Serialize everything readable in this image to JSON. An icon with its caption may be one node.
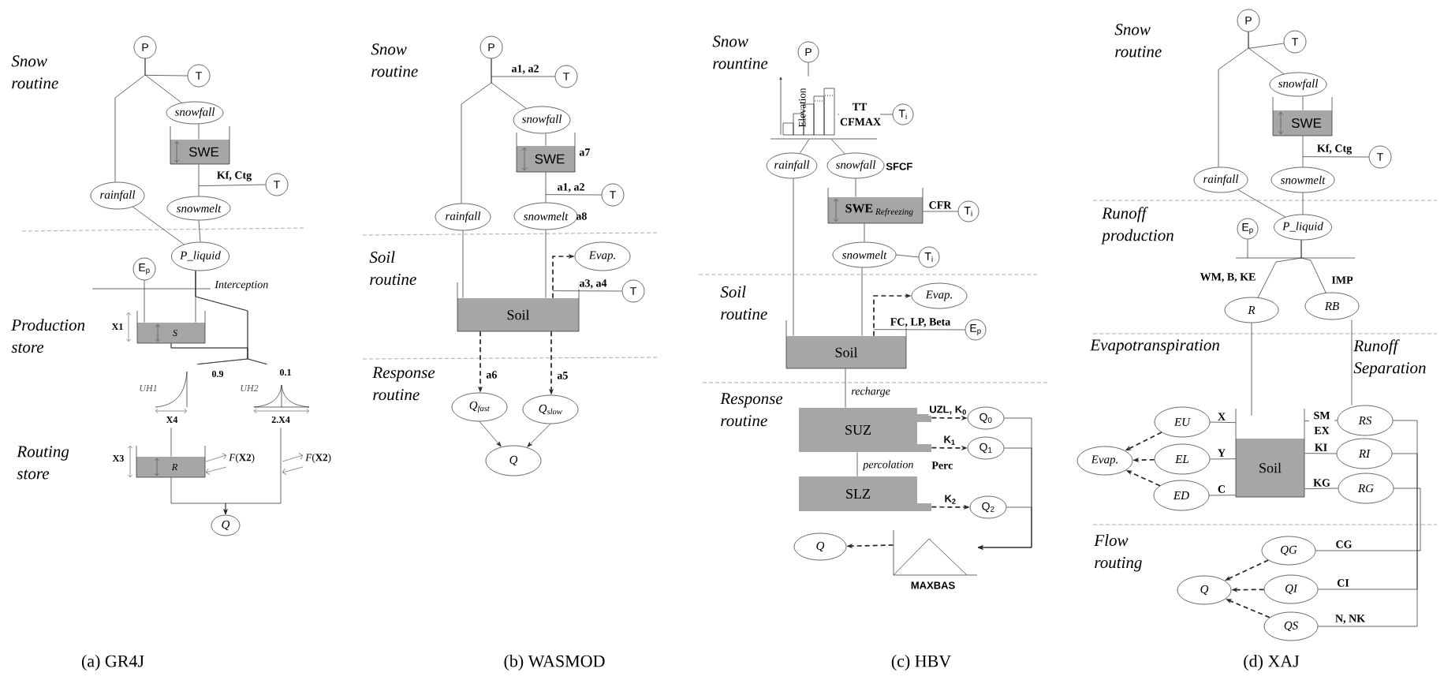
{
  "diagram": {
    "nodes": [
      {
        "text": [
          "P"
        ]
      },
      {
        "text": [
          "T"
        ]
      },
      {
        "text": [
          "snowfall"
        ]
      },
      {
        "text": [
          "SWE"
        ]
      },
      {
        "text": [
          "T"
        ]
      },
      {
        "text": [
          "rainfall"
        ]
      },
      {
        "text": [
          "snowmelt"
        ]
      },
      {
        "text": [
          "P_liquid"
        ]
      },
      {
        "text": [
          "E$_{p}$"
        ]
      },
      {
        "text": [
          "S"
        ]
      },
      {
        "text": [
          "UH1",
          "X4"
        ]
      },
      {
        "text": [
          "UH2",
          "2.X4"
        ]
      },
      {
        "text": [
          "R"
        ]
      },
      {
        "text": [
          "Q"
        ]
      },
      {
        "text": [
          "P"
        ]
      },
      {
        "text": [
          "T"
        ]
      },
      {
        "text": [
          "snowfall"
        ]
      },
      {
        "text": [
          "SWE"
        ],
        "beside": [
          "a7"
        ]
      },
      {
        "text": [
          "T"
        ]
      },
      {
        "text": [
          "rainfall"
        ]
      },
      {
        "text": [
          "snowmelt"
        ],
        "beside": [
          "a8"
        ]
      },
      {
        "text": [
          "Evap."
        ]
      },
      {
        "text": [
          "T"
        ]
      },
      {
        "text": [
          "Soil"
        ]
      },
      {
        "text": [
          "Q$_{fast}$"
        ]
      },
      {
        "text": [
          "Q$_{slow}$"
        ]
      },
      {
        "text": [
          "Q"
        ]
      },
      {
        "text": [
          "P"
        ]
      },
      {
        "text": [
          "Elevation"
        ]
      },
      {
        "text": [
          "T$_{i}$"
        ]
      },
      {
        "text": [
          "rainfall"
        ]
      },
      {
        "text": [
          "snowfall"
        ],
        "beside": [
          "SFCF"
        ]
      },
      {
        "text": [
          "\\mathbf{SWE}\\,_{\\mathit{Refreezing}}"
        ]
      },
      {
        "text": [
          "T$_{i}$"
        ]
      },
      {
        "text": [
          "snowmelt"
        ]
      },
      {
        "text": [
          "T$_{i}$"
        ]
      },
      {
        "text": [
          "Evap."
        ]
      },
      {
        "text": [
          "E$_{p}$"
        ]
      },
      {
        "text": [
          "Soil"
        ]
      },
      {
        "text": [
          "SUZ"
        ]
      },
      {
        "text": [
          "Q$_{0}$"
        ]
      },
      {
        "text": [
          "Q$_{1}$"
        ]
      },
      {
        "text": [
          "SLZ"
        ]
      },
      {
        "text": [
          "Q$_{2}$"
        ]
      },
      {
        "text": [
          "MAXBAS"
        ]
      },
      {
        "text": [
          "Q"
        ]
      },
      {
        "text": [
          "P"
        ]
      },
      {
        "text": [
          "T"
        ]
      },
      {
        "text": [
          "snowfall"
        ]
      },
      {
        "text": [
          "SWE"
        ]
      },
      {
        "text": [
          "T"
        ]
      },
      {
        "text": [
          "rainfall"
        ]
      },
      {
        "text": [
          "snowmelt"
        ]
      },
      {
        "text": [
          "E$_{p}$"
        ]
      },
      {
        "text": [
          "P_liquid"
        ]
      },
      {
        "text": [
          "R"
        ]
      },
      {
        "text": [
          "RB"
        ]
      },
      {
        "text": [
          "Evap."
        ]
      },
      {
        "text": [
          "EU"
        ]
      },
      {
        "text": [
          "Soil"
        ]
      },
      {
        "text": [
          "RS"
        ]
      },
      {
        "text": [
          "EL"
        ]
      },
      {
        "text": [
          "RI"
        ]
      },
      {
        "text": [
          "ED"
        ]
      },
      {
        "text": [
          "RG"
        ]
      },
      {
        "text": [
          "QG"
        ]
      },
      {
        "text": [
          "Q"
        ]
      },
      {
        "text": [
          "QI"
        ]
      },
      {
        "text": [
          "QS"
        ]
      }
    ],
    "edges": [
      {
        "from": 0,
        "to": 5,
        "arrow": "none"
      },
      {
        "from": 0,
        "to": 2,
        "arrow": "none"
      },
      {
        "from": 1,
        "to": 0,
        "arrow": "none"
      },
      {
        "from": 2,
        "to": 3,
        "arrow": "none"
      },
      {
        "from": 3,
        "to": 6,
        "arrow": "none"
      },
      {
        "from": 4,
        "to": 6,
        "arrow": "none",
        "label": "Kf, Ctg"
      },
      {
        "from": 5,
        "to": 7,
        "arrow": "none"
      },
      {
        "from": 6,
        "to": 7,
        "arrow": "none"
      },
      {
        "from": 7,
        "to": 9,
        "arrow": "none"
      },
      {
        "from": 8,
        "to": 9,
        "arrow": "none"
      },
      {
        "from": 7,
        "to": 10,
        "arrow": "none"
      },
      {
        "from": 7,
        "to": 11,
        "arrow": "none"
      },
      {
        "from": 9,
        "to": 10,
        "arrow": "none"
      },
      {
        "from": 9,
        "to": 11,
        "arrow": "none"
      },
      {
        "from": 10,
        "to": 12,
        "arrow": "none"
      },
      {
        "from": 11,
        "to": 13,
        "arrow": "to"
      },
      {
        "from": 12,
        "to": 13,
        "arrow": "to"
      },
      {
        "from": 14,
        "to": 19,
        "arrow": "none"
      },
      {
        "from": 14,
        "to": 16,
        "arrow": "none"
      },
      {
        "from": 15,
        "to": null,
        "arrow": "none",
        "label": "a1, a2"
      },
      {
        "from": 16,
        "to": 17,
        "arrow": "none"
      },
      {
        "from": 17,
        "to": 20,
        "arrow": "none"
      },
      {
        "from": 18,
        "to": 20,
        "arrow": "none",
        "label": "a1, a2"
      },
      {
        "from": 19,
        "to": 23,
        "arrow": "none"
      },
      {
        "from": 20,
        "to": 23,
        "arrow": "none"
      },
      {
        "from": 23,
        "to": 21,
        "arrow": "to",
        "style": "dashed"
      },
      {
        "from": 22,
        "to": 23,
        "arrow": "none",
        "label": "a3, a4"
      },
      {
        "from": 23,
        "to": 24,
        "arrow": "to",
        "style": "dashed",
        "label": "a6"
      },
      {
        "from": 23,
        "to": 25,
        "arrow": "to",
        "style": "dashed",
        "label": "a5"
      },
      {
        "from": 24,
        "to": 26,
        "arrow": "to"
      },
      {
        "from": 25,
        "to": 26,
        "arrow": "to"
      },
      {
        "from": 27,
        "to": 28,
        "arrow": "none"
      },
      {
        "from": 29,
        "to": 28,
        "arrow": "none",
        "label": "TT CFMAX"
      },
      {
        "from": 28,
        "to": 30,
        "arrow": "none"
      },
      {
        "from": 28,
        "to": 31,
        "arrow": "none"
      },
      {
        "from": 31,
        "to": 32,
        "arrow": "none"
      },
      {
        "from": 33,
        "to": 32,
        "arrow": "none",
        "label": "CFR"
      },
      {
        "from": 32,
        "to": 34,
        "arrow": "none"
      },
      {
        "from": 35,
        "to": 34,
        "arrow": "none"
      },
      {
        "from": 30,
        "to": 38,
        "arrow": "none"
      },
      {
        "from": 34,
        "to": 38,
        "arrow": "none"
      },
      {
        "from": 38,
        "to": 36,
        "arrow": "to",
        "style": "dashed"
      },
      {
        "from": 37,
        "to": 38,
        "arrow": "none",
        "label": "FC, LP, Beta"
      },
      {
        "from": 38,
        "to": 39,
        "arrow": "none",
        "label": "recharge"
      },
      {
        "from": 39,
        "to": 40,
        "arrow": "to",
        "style": "dashed",
        "label": "UZL, K$_{0}$"
      },
      {
        "from": 39,
        "to": 41,
        "arrow": "to",
        "style": "dashed",
        "label": "K$_{1}$"
      },
      {
        "from": 39,
        "to": 42,
        "arrow": "none",
        "label": "percolation"
      },
      {
        "from": 42,
        "to": 43,
        "arrow": "to",
        "style": "dashed",
        "label": "K$_{2}$"
      },
      {
        "from": 40,
        "to": 44,
        "arrow": "to"
      },
      {
        "from": 41,
        "to": 44,
        "arrow": "to"
      },
      {
        "from": 43,
        "to": 44,
        "arrow": "to"
      },
      {
        "from": 44,
        "to": 45,
        "arrow": "to",
        "style": "dashed"
      },
      {
        "from": 46,
        "to": 51,
        "arrow": "none"
      },
      {
        "from": 46,
        "to": 48,
        "arrow": "none"
      },
      {
        "from": 47,
        "to": 46,
        "arrow": "none"
      },
      {
        "from": 48,
        "to": 49,
        "arrow": "none"
      },
      {
        "from": 49,
        "to": 52,
        "arrow": "none"
      },
      {
        "from": 50,
        "to": 52,
        "arrow": "none",
        "label": "Kf, Ctg"
      },
      {
        "from": 51,
        "to": 54,
        "arrow": "none"
      },
      {
        "from": 52,
        "to": 54,
        "arrow": "none"
      },
      {
        "from": 54,
        "to": 55,
        "arrow": "none",
        "label": "WM, B, KE"
      },
      {
        "from": 54,
        "to": 56,
        "arrow": "none",
        "label": "IMP"
      },
      {
        "from": 53,
        "to": null,
        "arrow": "none"
      },
      {
        "from": 55,
        "to": 59,
        "arrow": "none"
      },
      {
        "from": 56,
        "to": 60,
        "arrow": "none"
      },
      {
        "from": 59,
        "to": 58,
        "arrow": "none",
        "label": "X"
      },
      {
        "from": 59,
        "to": 61,
        "arrow": "none",
        "label": "Y"
      },
      {
        "from": 59,
        "to": 63,
        "arrow": "none",
        "label": "C"
      },
      {
        "from": 59,
        "to": 60,
        "arrow": "none",
        "label": "SM EX"
      },
      {
        "from": 59,
        "to": 62,
        "arrow": "none",
        "label": "KI"
      },
      {
        "from": 59,
        "to": 64,
        "arrow": "none",
        "label": "KG"
      },
      {
        "from": 58,
        "to": 57,
        "arrow": "to",
        "style": "dashed"
      },
      {
        "from": 61,
        "to": 57,
        "arrow": "to",
        "style": "dashed"
      },
      {
        "from": 63,
        "to": 57,
        "arrow": "to",
        "style": "dashed"
      },
      {
        "from": 60,
        "to": 68,
        "arrow": "none",
        "label": "N, NK"
      },
      {
        "from": 62,
        "to": 67,
        "arrow": "none",
        "label": "CI"
      },
      {
        "from": 64,
        "to": 65,
        "arrow": "none",
        "label": "CG"
      },
      {
        "from": 65,
        "to": 66,
        "arrow": "to",
        "style": "dashed"
      },
      {
        "from": 67,
        "to": 66,
        "arrow": "to",
        "style": "dashed"
      },
      {
        "from": 68,
        "to": 66,
        "arrow": "to",
        "style": "dashed"
      }
    ],
    "labels": [
      "Snow routine",
      "Interception",
      "Production store",
      "X1",
      "0.9",
      "0.1",
      "Routing store",
      "X3",
      "*F*(**X2**)",
      "*F*(**X2**)",
      "(a) GR4J",
      "Snow routine",
      "Soil routine",
      "Response routine",
      "(b) WASMOD",
      "Snow rountine",
      "Soil routine",
      "Response routine",
      "Perc",
      "(c) HBV",
      "Snow routine",
      "Runoff production",
      "Evapotranspiration",
      "Runoff Separation",
      "Flow routing",
      "(d) XAJ"
    ]
  }
}
